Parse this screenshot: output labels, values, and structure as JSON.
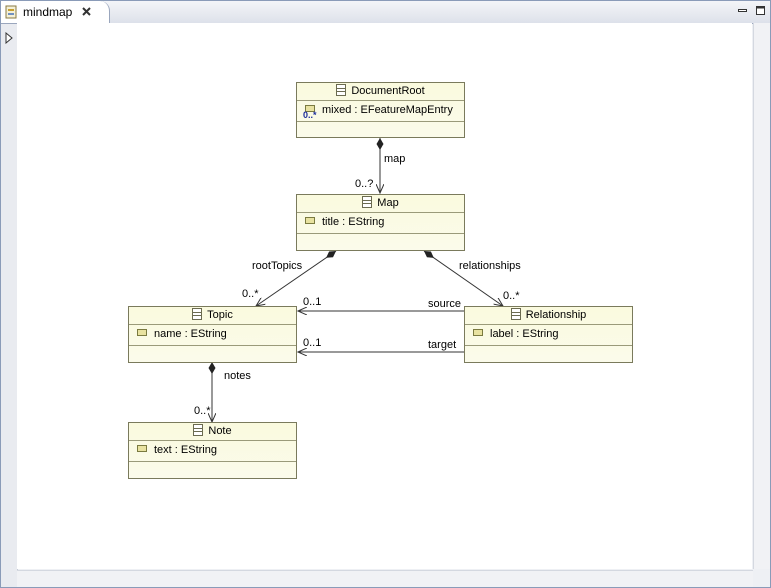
{
  "tab": {
    "title": "mindmap"
  },
  "classes": {
    "document_root": {
      "name": "DocumentRoot",
      "attr": "mixed : EFeatureMapEntry",
      "attr_mult": "0..*"
    },
    "map": {
      "name": "Map",
      "attr": "title : EString"
    },
    "topic": {
      "name": "Topic",
      "attr": "name : EString"
    },
    "relationship": {
      "name": "Relationship",
      "attr": "label : EString"
    },
    "note": {
      "name": "Note",
      "attr": "text : EString"
    }
  },
  "edges": {
    "map": {
      "name": "map",
      "mult": "0..?"
    },
    "root_topics": {
      "name": "rootTopics",
      "mult": "0..*"
    },
    "relationships": {
      "name": "relationships",
      "mult": "0..*"
    },
    "source": {
      "name": "source",
      "mult": "0..1"
    },
    "target": {
      "name": "target",
      "mult": "0..1"
    },
    "notes": {
      "name": "notes",
      "mult": "0..*"
    }
  }
}
